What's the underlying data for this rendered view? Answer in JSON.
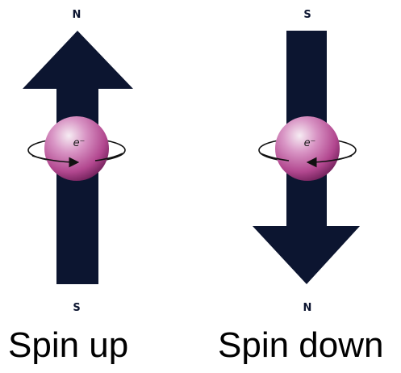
{
  "panels": {
    "up": {
      "top_pole": "N",
      "bottom_pole": "S",
      "electron": "e⁻",
      "caption": "Spin up"
    },
    "down": {
      "top_pole": "S",
      "bottom_pole": "N",
      "electron": "e⁻",
      "caption": "Spin down"
    }
  },
  "colors": {
    "arrow": "#0c1530",
    "sphere_light": "#f3e3ef",
    "sphere_mid": "#c95aa8",
    "sphere_dark": "#6e1f58",
    "orbit": "#111111"
  }
}
